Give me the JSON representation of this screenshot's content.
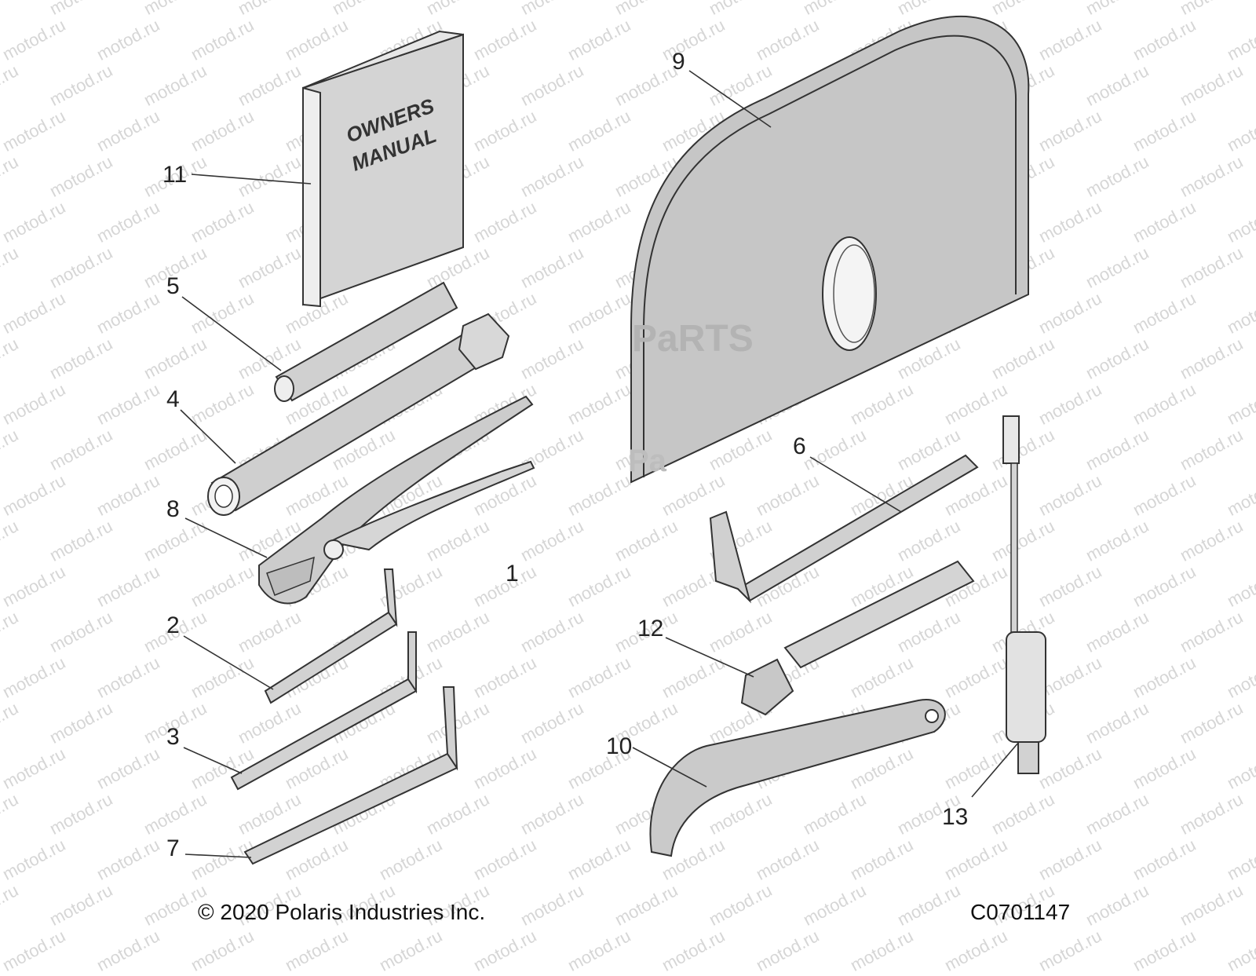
{
  "watermark": "motod.ru",
  "parts_watermark_1": "PaRTS",
  "parts_watermark_2": "Pa",
  "book": {
    "line1": "OWNERS",
    "line2": "MANUAL"
  },
  "callouts": {
    "c1": "1",
    "c2": "2",
    "c3": "3",
    "c4": "4",
    "c5": "5",
    "c6": "6",
    "c7": "7",
    "c8": "8",
    "c9": "9",
    "c10": "10",
    "c11": "11",
    "c12": "12",
    "c13": "13"
  },
  "footer": {
    "copyright": "© 2020 Polaris Industries Inc.",
    "code": "C0701147"
  },
  "colors": {
    "part_fill": "#cccccc",
    "line": "#333333",
    "watermark": "#d6d6d6"
  }
}
